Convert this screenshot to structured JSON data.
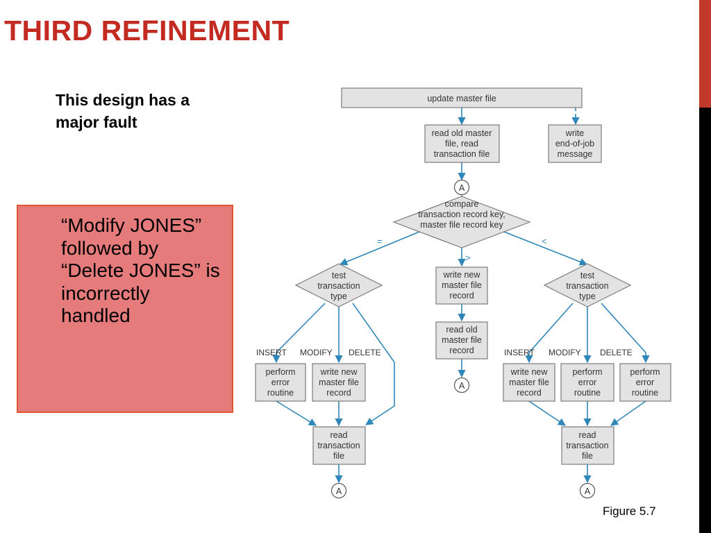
{
  "slide": {
    "title": "THIRD REFINEMENT",
    "subtitle": "This design has a major fault",
    "callout": "“Modify JONES” followed by “Delete JONES” is incorrectly handled",
    "figure_caption": "Figure 5.7"
  },
  "diagram": {
    "nodes": {
      "update": [
        "update master file"
      ],
      "read_old": [
        "read old master",
        "file, read",
        "transaction file"
      ],
      "write_end": [
        "write",
        "end-of-job",
        "message"
      ],
      "compare": [
        "compare",
        "transaction record key,",
        "master file record key"
      ],
      "test_left": [
        "test",
        "transaction",
        "type"
      ],
      "test_right": [
        "test",
        "transaction",
        "type"
      ],
      "write_new_mid": [
        "write new",
        "master file",
        "record"
      ],
      "read_old_mid": [
        "read old",
        "master file",
        "record"
      ],
      "perform_error_l": [
        "perform",
        "error",
        "routine"
      ],
      "write_new_l": [
        "write new",
        "master file",
        "record"
      ],
      "read_trans_l": [
        "read",
        "transaction",
        "file"
      ],
      "write_new_r": [
        "write new",
        "master file",
        "record"
      ],
      "perform_error_r1": [
        "perform",
        "error",
        "routine"
      ],
      "perform_error_r2": [
        "perform",
        "error",
        "routine"
      ],
      "read_trans_r": [
        "read",
        "transaction",
        "file"
      ]
    },
    "connector_label": "A",
    "branch_labels": {
      "insert": "INSERT",
      "modify": "MODIFY",
      "delete": "DELETE",
      "eq": "=",
      "gt": ">",
      "lt": "<"
    },
    "colors": {
      "edge": "#2f86b8",
      "box_fill": "#e3e3e3",
      "title": "#c22a22",
      "callout": "#e57b7b"
    }
  }
}
